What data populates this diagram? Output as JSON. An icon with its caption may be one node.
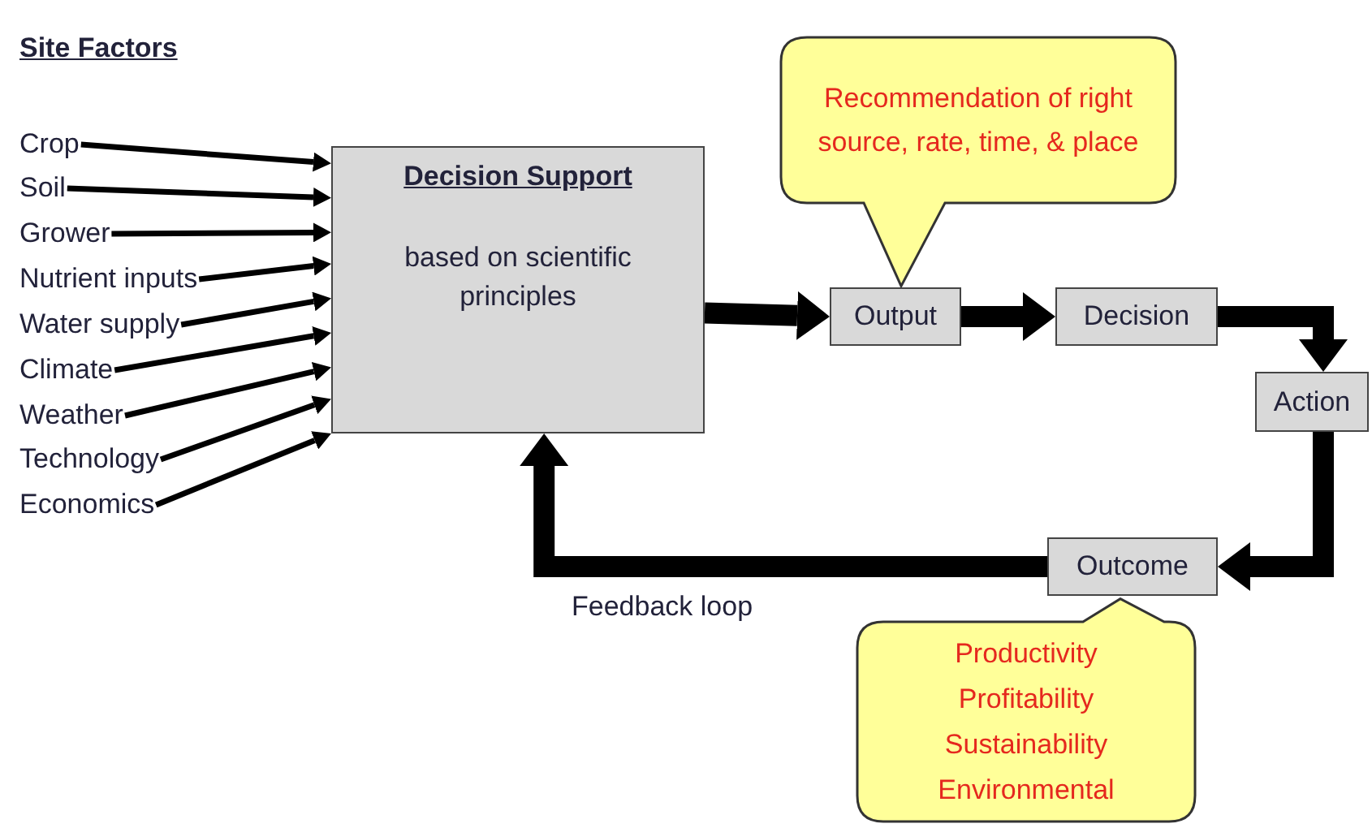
{
  "diagram": {
    "title": "Site Factors",
    "nodes": [
      {
        "text": [
          "Crop"
        ]
      },
      {
        "text": [
          "Soil"
        ]
      },
      {
        "text": [
          "Grower"
        ]
      },
      {
        "text": [
          "Nutrient inputs"
        ]
      },
      {
        "text": [
          "Water supply"
        ]
      },
      {
        "text": [
          "Climate"
        ]
      },
      {
        "text": [
          "Weather"
        ]
      },
      {
        "text": [
          "Technology"
        ]
      },
      {
        "text": [
          "Economics"
        ]
      },
      {
        "text": [
          "Decision Support",
          "based on scientific principles"
        ]
      },
      {
        "text": [
          "Output"
        ]
      },
      {
        "text": [
          "Decision"
        ]
      },
      {
        "text": [
          "Action"
        ]
      },
      {
        "text": [
          "Outcome"
        ]
      },
      {
        "text": [
          "Recommendation of right source, rate, time, & place"
        ]
      },
      {
        "text": [
          "Productivity",
          "Profitability",
          "Sustainability",
          "Environmental"
        ]
      }
    ],
    "edges": [
      {
        "from": 0,
        "to": 9,
        "arrow": "to"
      },
      {
        "from": 1,
        "to": 9,
        "arrow": "to"
      },
      {
        "from": 2,
        "to": 9,
        "arrow": "to"
      },
      {
        "from": 3,
        "to": 9,
        "arrow": "to"
      },
      {
        "from": 4,
        "to": 9,
        "arrow": "to"
      },
      {
        "from": 5,
        "to": 9,
        "arrow": "to"
      },
      {
        "from": 6,
        "to": 9,
        "arrow": "to"
      },
      {
        "from": 7,
        "to": 9,
        "arrow": "to"
      },
      {
        "from": 8,
        "to": 9,
        "arrow": "to"
      },
      {
        "from": 9,
        "to": 10,
        "arrow": "to",
        "style": "thick"
      },
      {
        "from": 10,
        "to": 11,
        "arrow": "to",
        "style": "thick"
      },
      {
        "from": 11,
        "to": 12,
        "arrow": "to",
        "style": "thick"
      },
      {
        "from": 12,
        "to": 13,
        "arrow": "to",
        "style": "thick"
      },
      {
        "from": 13,
        "to": 9,
        "arrow": "to",
        "style": "thick",
        "label": "Feedback loop"
      }
    ]
  }
}
